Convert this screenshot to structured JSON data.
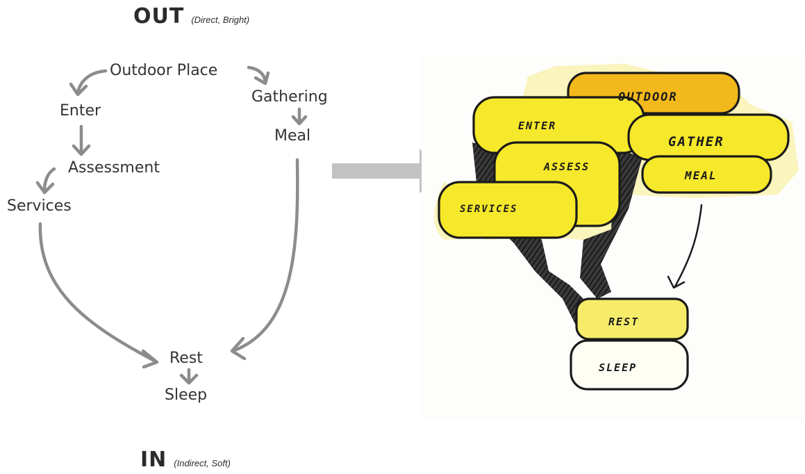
{
  "headings": {
    "top_main": "OUT",
    "top_sub": "(Direct, Bright)",
    "bottom_main": "IN",
    "bottom_sub": "(Indirect, Soft)"
  },
  "flow_nodes": {
    "outdoor_place": "Outdoor Place",
    "enter": "Enter",
    "assessment": "Assessment",
    "services": "Services",
    "gathering": "Gathering",
    "meal": "Meal",
    "rest": "Rest",
    "sleep": "Sleep"
  },
  "sketch_blocks": {
    "outdoor": "OUTDOOR",
    "enter": "ENTER",
    "gather": "GATHER",
    "assess": "ASSESS",
    "meal": "MEAL",
    "services": "SERVICES",
    "rest": "REST",
    "sleep": "SLEEP"
  },
  "colors": {
    "text": "#333333",
    "arrow": "#8c8c8c",
    "big_arrow": "#c2c2c2",
    "block_yellow": "#f6e82a",
    "block_orange": "#f3b81c",
    "shadow": "#1f1f1f"
  }
}
